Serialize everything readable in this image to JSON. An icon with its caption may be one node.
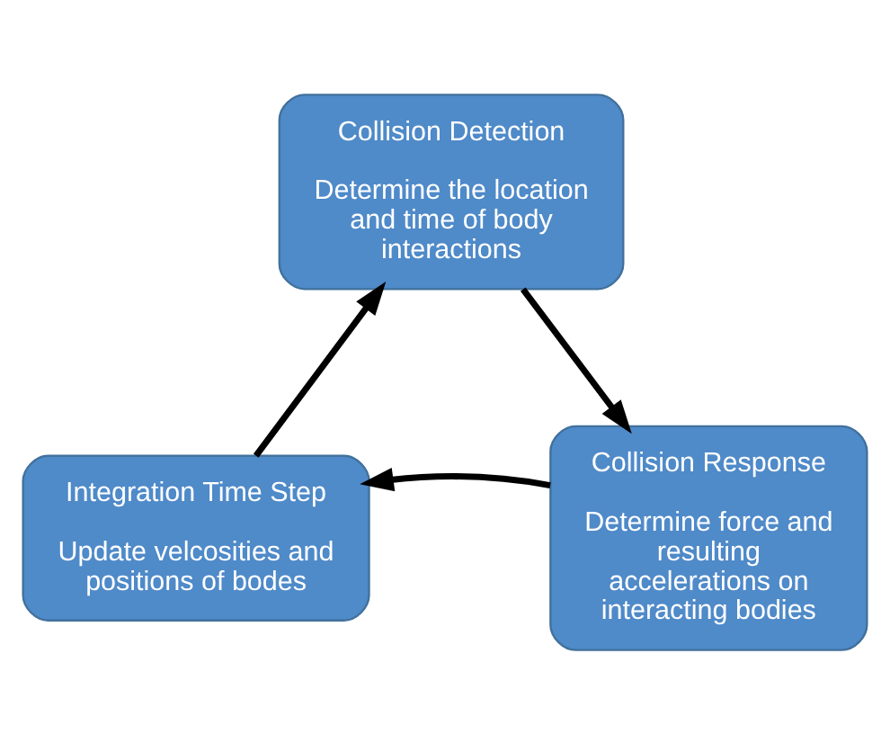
{
  "diagram": {
    "nodes": [
      {
        "text": [
          "Collision Detection",
          "Determine the location and time of body interactions"
        ]
      },
      {
        "text": [
          "Collision Response",
          "Determine force and resulting accelerations on interacting bodies"
        ]
      },
      {
        "text": [
          "Integration Time Step",
          "Update velcosities and positions of bodes"
        ]
      }
    ],
    "edges": [
      {
        "from": 0,
        "to": 1,
        "arrow": "to"
      },
      {
        "from": 1,
        "to": 2,
        "arrow": "to"
      },
      {
        "from": 2,
        "to": 0,
        "arrow": "to"
      }
    ]
  }
}
